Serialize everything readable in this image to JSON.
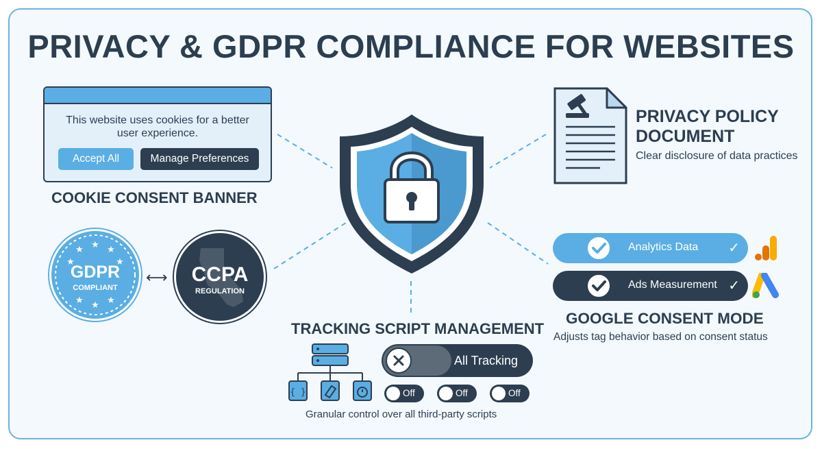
{
  "title": "PRIVACY & GDPR COMPLIANCE FOR WEBSITES",
  "cookie_banner": {
    "text": "This website uses cookies for a better user experience.",
    "accept_label": "Accept All",
    "manage_label": "Manage Preferences",
    "section_label": "COOKIE CONSENT BANNER"
  },
  "regulations": {
    "gdpr_main": "GDPR",
    "gdpr_sub": "COMPLIANT",
    "ccpa_main": "CCPA",
    "ccpa_sub": "REGULATION"
  },
  "privacy_policy": {
    "title": "PRIVACY POLICY DOCUMENT",
    "description": "Clear disclosure of data practices"
  },
  "consent_mode": {
    "toggles": [
      {
        "label": "Analytics Data",
        "icon": "analytics-bars-icon"
      },
      {
        "label": "Ads Measurement",
        "icon": "google-ads-icon"
      }
    ],
    "section_label": "GOOGLE CONSENT MODE",
    "description": "Adjusts tag behavior based on consent status"
  },
  "tracking": {
    "section_label": "TRACKING SCRIPT MANAGEMENT",
    "master_label": "All Tracking",
    "toggles": [
      {
        "label": "Off"
      },
      {
        "label": "Off"
      },
      {
        "label": "Off"
      }
    ],
    "description": "Granular control over all third-party scripts"
  },
  "colors": {
    "dark": "#2c3e50",
    "accent": "#5aaee3",
    "frame": "#6ab3dc",
    "background": "#f4f9fd"
  }
}
